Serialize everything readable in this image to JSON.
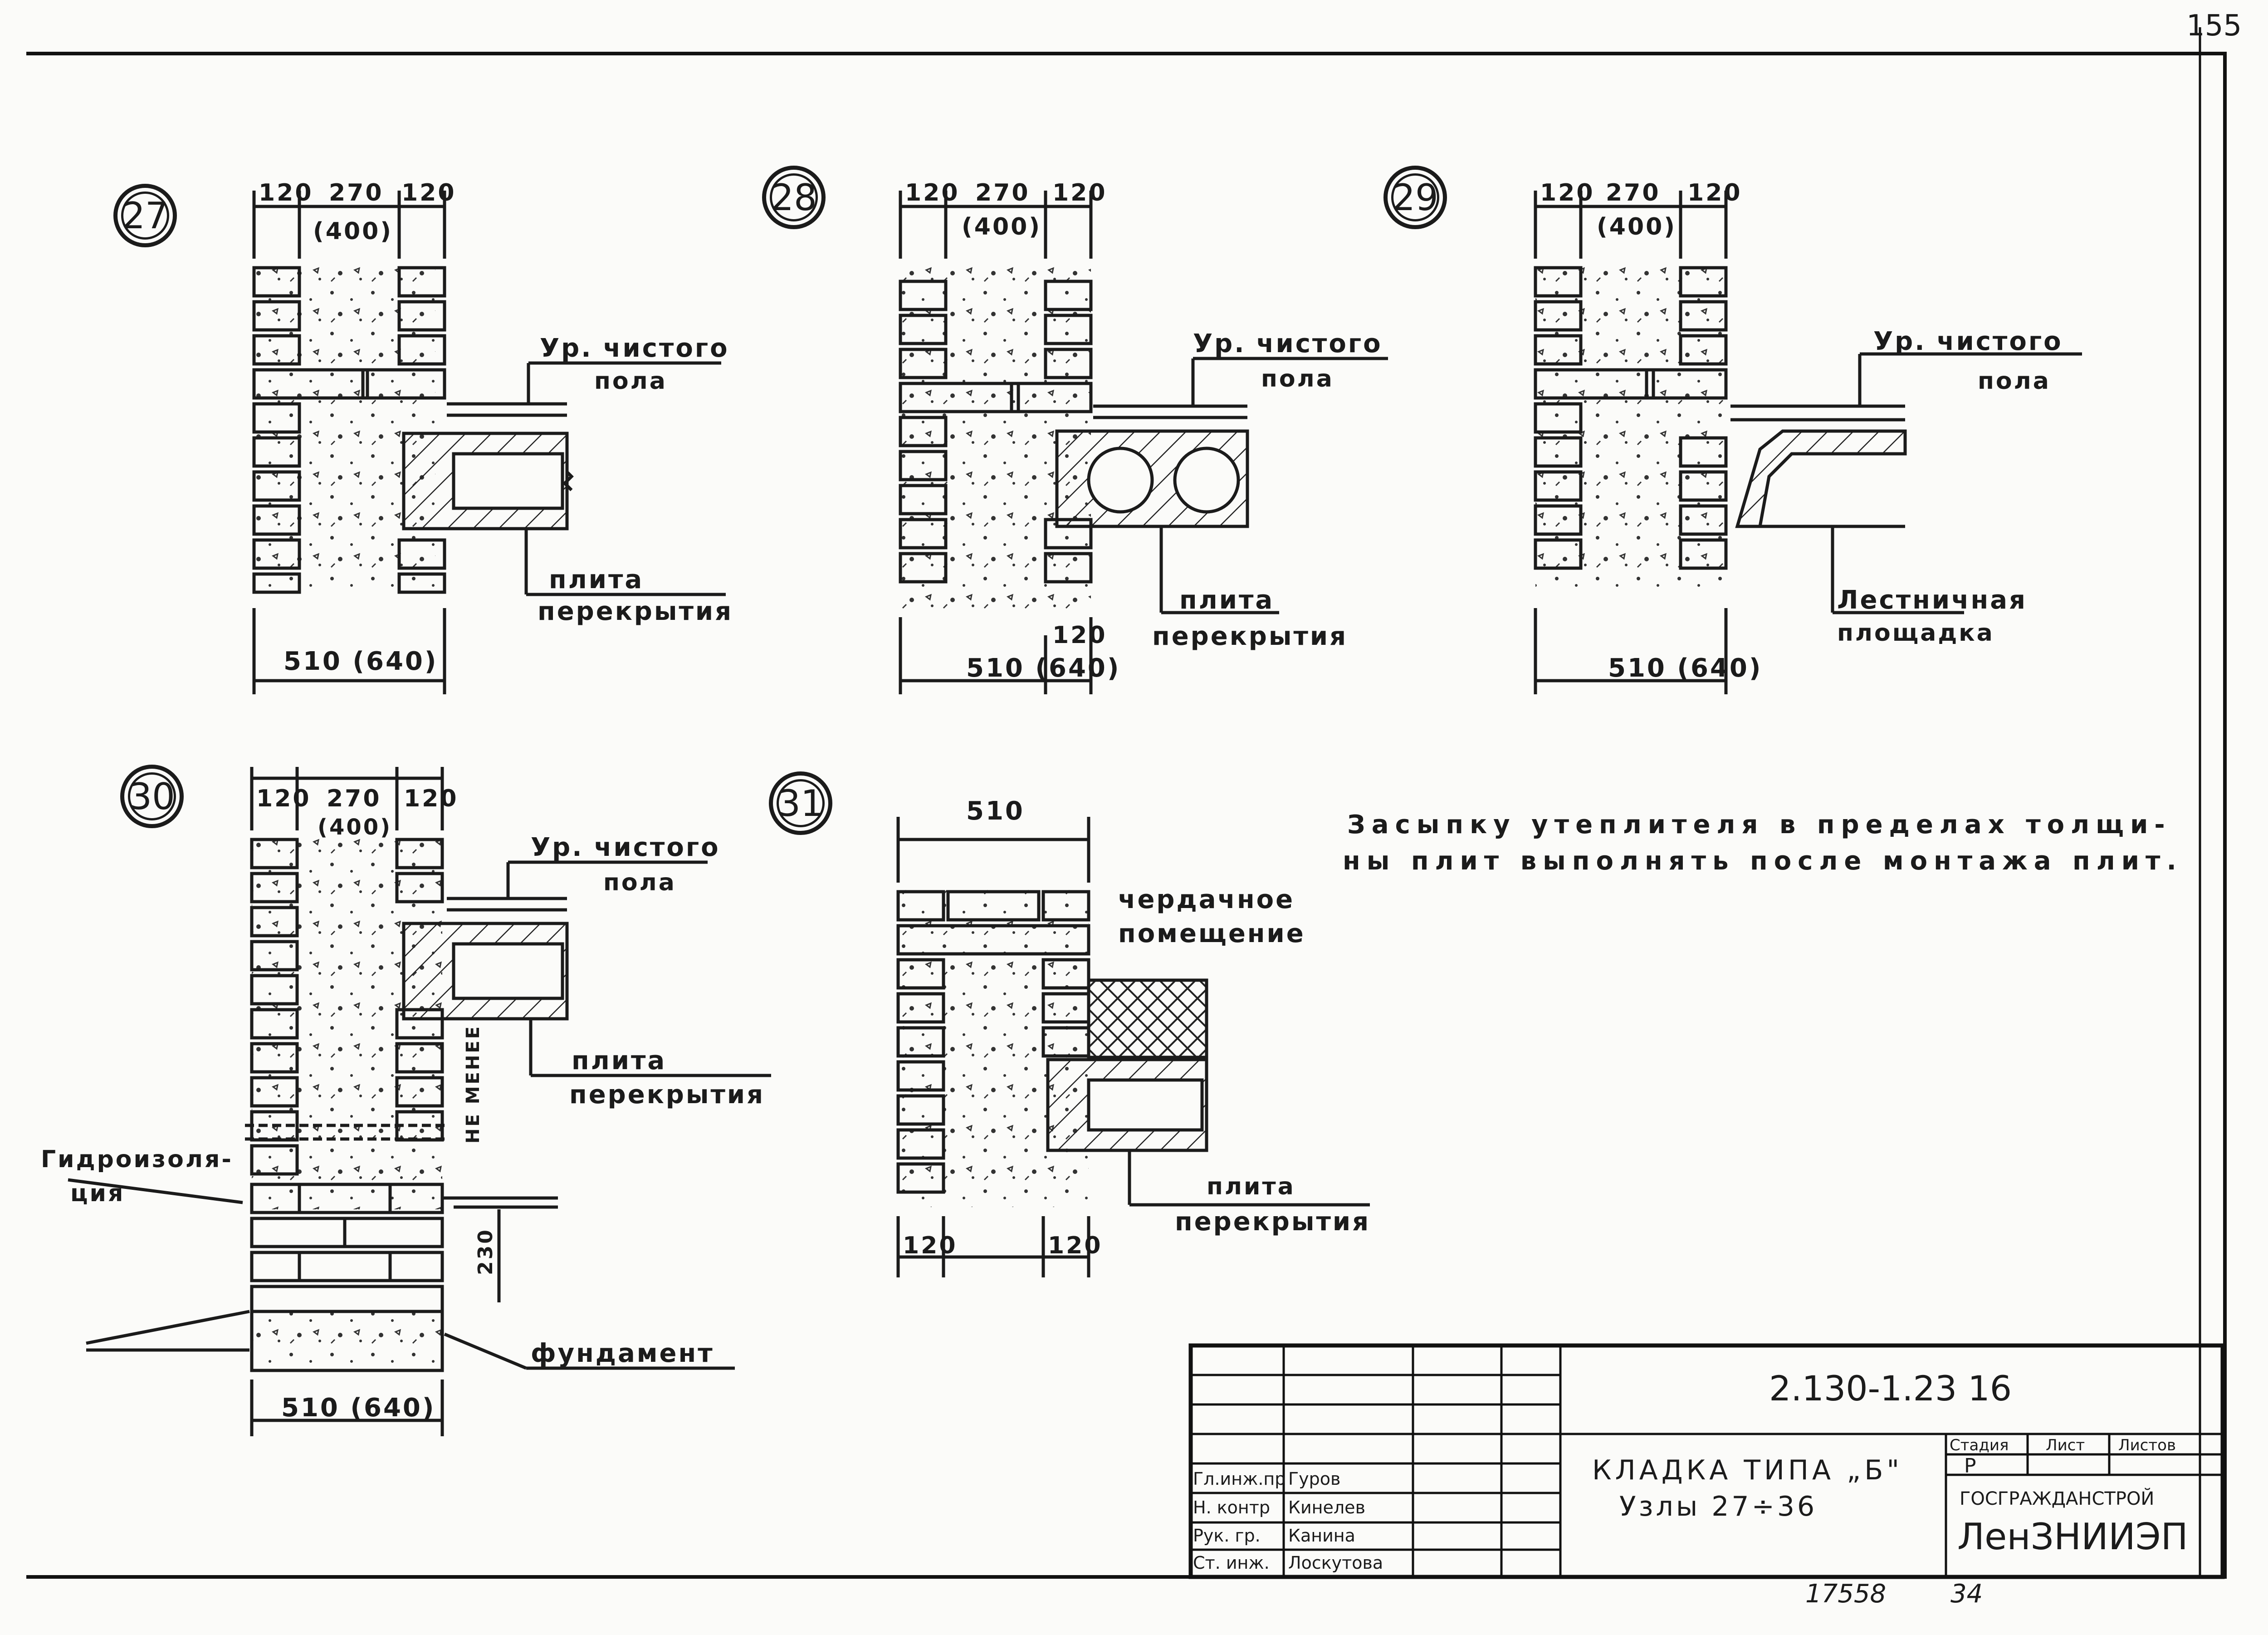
{
  "page_number": "155",
  "nodes": [
    "27",
    "28",
    "29",
    "30",
    "31"
  ],
  "dims": {
    "d120": "120",
    "d270": "270",
    "d400": "(400)",
    "d510_640": "510 (640)",
    "d510": "510",
    "d230": "230",
    "ne_menee": "НЕ МЕНЕЕ"
  },
  "labels": {
    "floor_level_1": "Ур. чистого",
    "floor_level_2": "пола",
    "slab_1": "плита",
    "slab_2": "перекрытия",
    "stair_landing_1": "Лестничная",
    "stair_landing_2": "площадка",
    "waterproof_1": "Гидроизоля-",
    "waterproof_2": "ция",
    "foundation": "фундамент",
    "attic_1": "чердачное",
    "attic_2": "помещение"
  },
  "note": {
    "line1": "Засыпку утеплителя в пределах толщи-",
    "line2": "ны плит выполнять после монтажа плит."
  },
  "title_block": {
    "doc_code": "2.130-1.23 16",
    "title_1": "КЛАДКА ТИПА „Б\"",
    "title_2": "Узлы 27÷36",
    "stage_header": "Стадия",
    "sheet_header": "Лист",
    "sheets_header": "Листов",
    "stage_value": "Р",
    "org_1": "ГОСГРАЖДАНСТРОЙ",
    "org_2": "ЛенЗНИИЭП",
    "roles": [
      "Гл.инж.пр",
      "Н. контр",
      "Рук. гр.",
      "Ст. инж."
    ],
    "names": [
      "Гуров",
      "Кинелев",
      "Канина",
      "Лоскутова"
    ]
  },
  "footer": {
    "archive_no": "17558",
    "page": "34"
  }
}
